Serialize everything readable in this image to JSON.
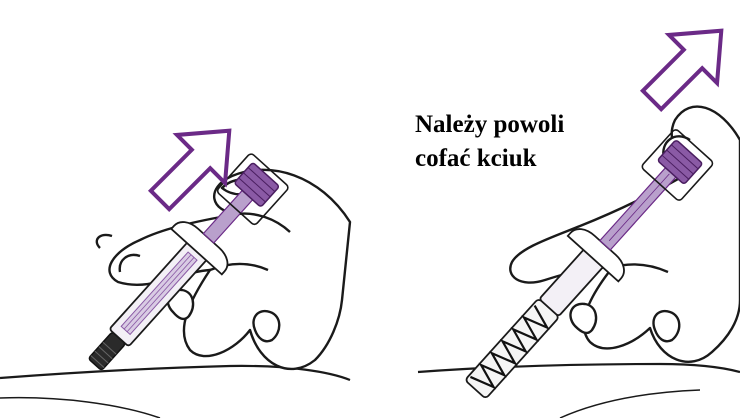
{
  "caption": {
    "line1": "Należy powoli",
    "line2": "cofać kciuk"
  },
  "colors": {
    "arrow": "#6b2a87",
    "plunger": "#8a5aa5",
    "plunger_light": "#b9a0cc",
    "outline": "#1a1a1a",
    "skin": "#ffffff",
    "body_bg": "#ffffff"
  },
  "panels": [
    {
      "name": "left-panel",
      "step": "thumb-on-plunger"
    },
    {
      "name": "right-panel",
      "step": "thumb-withdrawn"
    }
  ],
  "icons": [
    "direction-arrow-icon",
    "direction-arrow-icon"
  ]
}
